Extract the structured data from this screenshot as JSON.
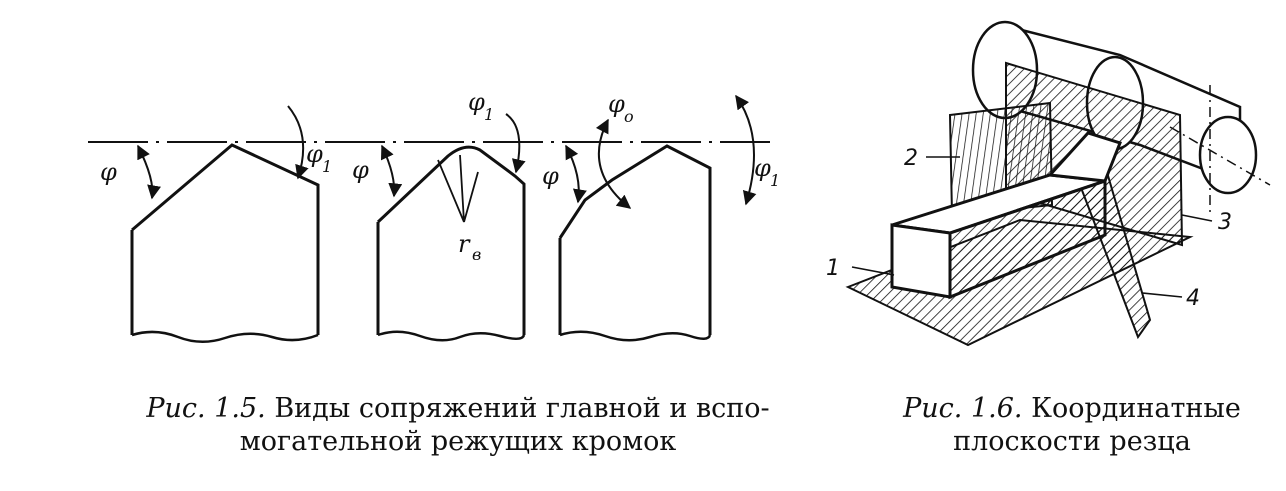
{
  "figure_1_5": {
    "caption_prefix": "Рис. 1.5.",
    "caption_line1": "Виды сопряжений главной и вспо-",
    "caption_line2": "могательной режущих кромок",
    "profile_a": {
      "angle_main": "φ",
      "angle_aux": "φ",
      "angle_aux_sub": "1"
    },
    "profile_b": {
      "angle_main": "φ",
      "angle_aux": "φ",
      "angle_aux_sub": "1",
      "radius": "r",
      "radius_sub": "в"
    },
    "profile_c": {
      "angle_main": "φ",
      "angle_transition": "φ",
      "angle_transition_sub": "о",
      "angle_aux": "φ",
      "angle_aux_sub": "1"
    }
  },
  "figure_1_6": {
    "caption_prefix": "Рис. 1.6.",
    "caption_line1": "Координатные",
    "caption_line2": "плоскости резца",
    "plane_labels": [
      "1",
      "2",
      "3",
      "4"
    ]
  },
  "colors": {
    "ink": "#111111",
    "background": "#ffffff"
  }
}
